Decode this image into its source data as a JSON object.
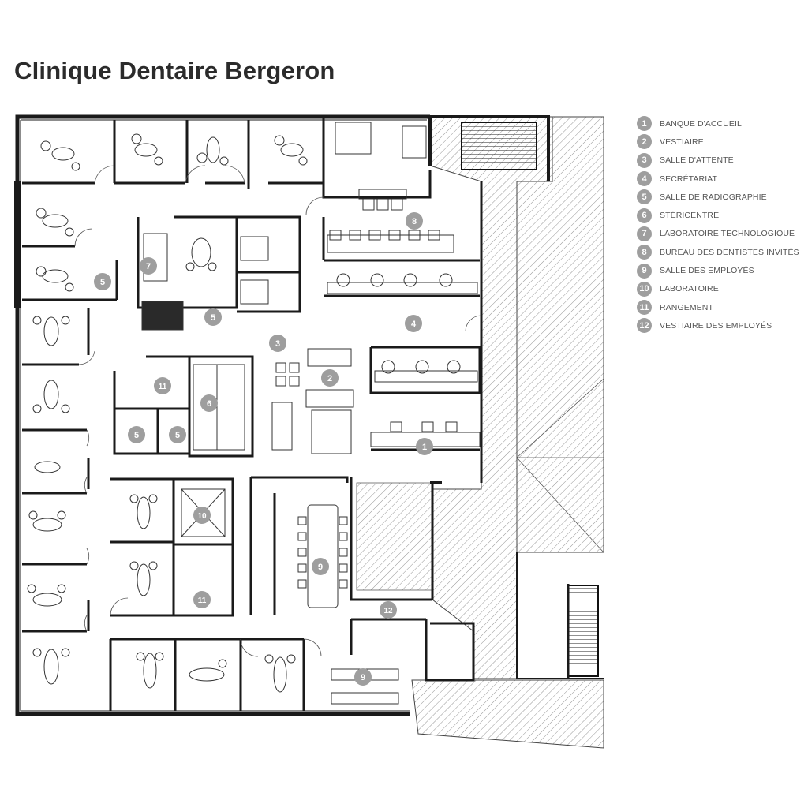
{
  "title": "Clinique Dentaire Bergeron",
  "legend": [
    {
      "num": "1",
      "label": "BANQUE D'ACCUEIL"
    },
    {
      "num": "2",
      "label": "VESTIAIRE"
    },
    {
      "num": "3",
      "label": "SALLE D'ATTENTE"
    },
    {
      "num": "4",
      "label": "SECRÉTARIAT"
    },
    {
      "num": "5",
      "label": "SALLE DE RADIOGRAPHIE"
    },
    {
      "num": "6",
      "label": "STÉRICENTRE"
    },
    {
      "num": "7",
      "label": "LABORATOIRE TECHNOLOGIQUE"
    },
    {
      "num": "8",
      "label": "BUREAU DES DENTISTES INVITÉS"
    },
    {
      "num": "9",
      "label": "SALLE DES EMPLOYÉS"
    },
    {
      "num": "10",
      "label": "LABORATOIRE"
    },
    {
      "num": "11",
      "label": "RANGEMENT"
    },
    {
      "num": "12",
      "label": "VESTIAIRE DES EMPLOYÉS"
    }
  ],
  "plan_markers": {
    "banque_accueil": "1",
    "vestiaire": "2",
    "salle_attente": "3",
    "secretariat": "4",
    "radio_a": "5",
    "radio_b": "5",
    "radio_c": "5",
    "radio_d": "5",
    "stericentre": "6",
    "labo_techno": "7",
    "bureau_invites": "8",
    "salle_employes_a": "9",
    "salle_employes_b": "9",
    "laboratoire": "10",
    "rangement_a": "11",
    "rangement_b": "11",
    "vestiaire_employes": "12"
  },
  "colors": {
    "wall": "#1a1a1a",
    "marker": "#9e9e9e",
    "hatch": "#8a8a8a",
    "text": "#2b2b2b"
  }
}
